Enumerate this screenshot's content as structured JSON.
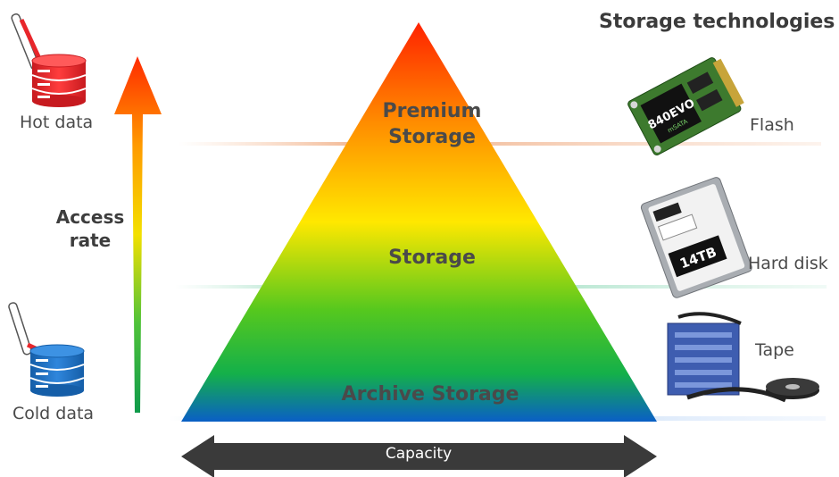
{
  "title": "Storage technologies",
  "hot_label": "Hot data",
  "cold_label": "Cold data",
  "access_label": "Access\nrate",
  "tiers": [
    "Premium Storage",
    "Storage",
    "Archive Storage"
  ],
  "technologies": [
    "Flash",
    "Hard disk",
    "Tape"
  ],
  "capacity_label": "Capacity",
  "flash_chip_text": [
    "840EVO",
    "mSATA"
  ],
  "hdd_label_text": "14TB",
  "colors": {
    "hot": "#e8262b",
    "cold": "#1f73c5",
    "pyramid_top": "#ff2a00",
    "pyramid_mid": "#ffe600",
    "pyramid_low": "#1cb84a",
    "pyramid_base": "#0b62c4",
    "arrow_dark": "#3a3a3a"
  },
  "icons": [
    "hot-database-icon",
    "cold-database-icon",
    "thermometer-icon",
    "flash-ssd-icon",
    "hard-disk-icon",
    "tape-icon"
  ]
}
